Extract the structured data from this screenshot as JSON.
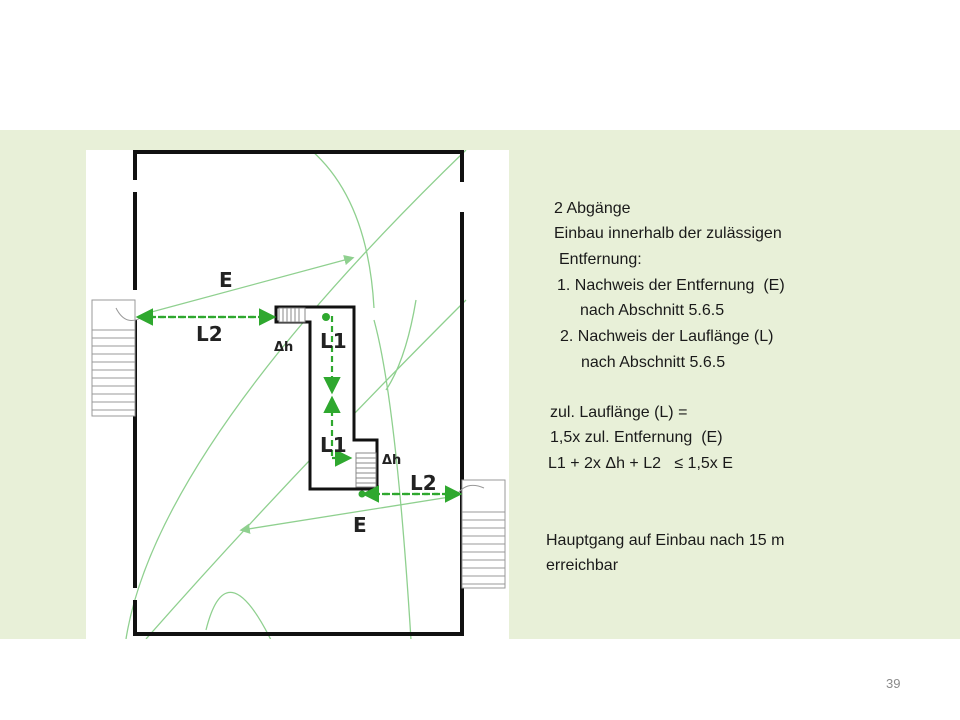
{
  "diagram": {
    "labels": {
      "e_top": "E",
      "l2_left": "L2",
      "dh_left": "Δh",
      "l1_upper": "L1",
      "l1_lower": "L1",
      "dh_right": "Δh",
      "l2_right": "L2",
      "e_bottom": "E"
    },
    "colors": {
      "wall": "#111111",
      "arc": "#8fd08f",
      "path": "#2fa82f",
      "stair": "#999999"
    }
  },
  "notes": {
    "lines": [
      "2 Abgänge",
      "Einbau innerhalb der zulässigen",
      "Entfernung:",
      "1. Nachweis der Entfernung  (E)",
      "nach Abschnitt 5.6.5",
      "2. Nachweis der Lauflänge (L)",
      "nach Abschnitt 5.6.5",
      "zul. Lauflänge (L) =",
      "1,5x zul. Entfernung  (E)",
      "L1 + 2x Δh + L2   ≤ 1,5x E",
      "Hauptgang auf Einbau nach 15 m",
      "erreichbar"
    ]
  },
  "page_number": "39"
}
